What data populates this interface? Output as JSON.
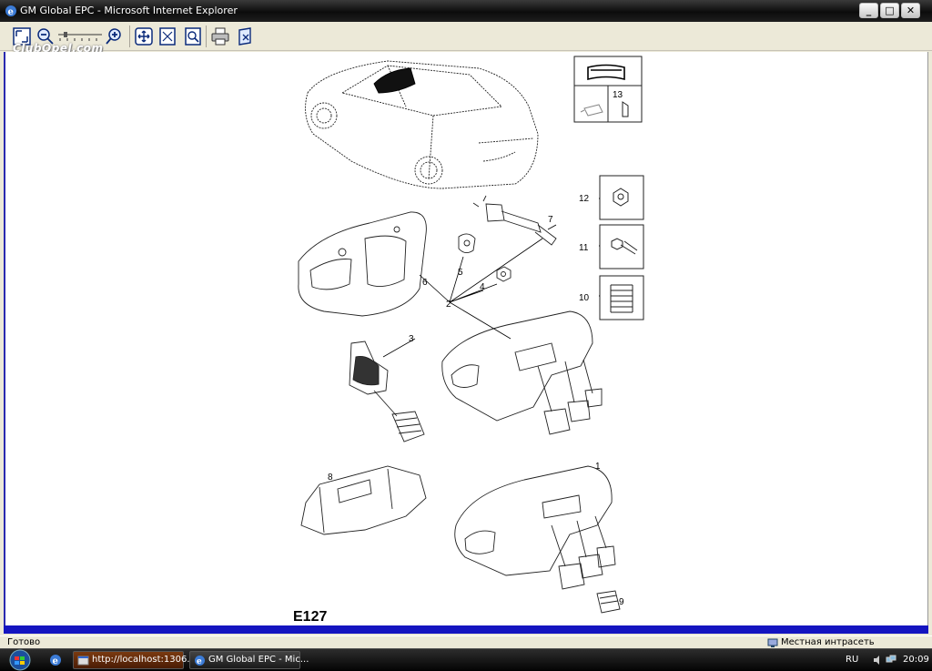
{
  "window": {
    "title": "GM Global EPC - Microsoft Internet Explorer",
    "controls": {
      "minimize": "_",
      "maximize": "□",
      "close": "✕"
    }
  },
  "toolbar": {
    "watermark": "ClubOpel.com",
    "icons": [
      "fit-page-icon",
      "zoom-out-icon",
      "zoom-slider",
      "zoom-in-icon",
      "pan-icon",
      "select-area-icon",
      "zoom-area-icon",
      "print-icon",
      "close-doc-icon"
    ]
  },
  "diagram": {
    "code": "E127",
    "callouts": [
      "1",
      "2",
      "3",
      "4",
      "5",
      "6",
      "7",
      "8",
      "9",
      "10",
      "11",
      "12",
      "13"
    ]
  },
  "statusbar": {
    "left": "Готово",
    "zone": "Местная интрасеть"
  },
  "taskbar": {
    "tasks": [
      {
        "label": "http://localhost:1306..."
      },
      {
        "label": "GM Global EPC - Mic..."
      }
    ],
    "lang": "RU",
    "clock": "20:09"
  },
  "colors": {
    "accent": "#1414c0",
    "chrome": "#ece9d8",
    "taskbar": "#111111"
  }
}
